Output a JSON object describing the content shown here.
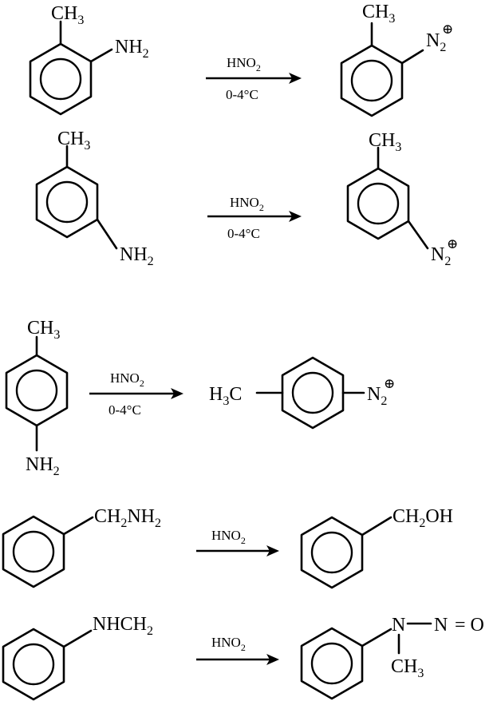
{
  "labels": {
    "ch3": "CH",
    "ch3_sub": "3",
    "nh2": "NH",
    "nh2_sub": "2",
    "n2": "N",
    "n2_sub": "2",
    "oplus": "⊕",
    "h3c_h": "H",
    "h3c_sub": "3",
    "h3c_c": "C",
    "ch2nh2_a": "CH",
    "ch2nh2_sub1": "2",
    "ch2nh2_b": "NH",
    "ch2nh2_sub2": "2",
    "ch2oh_a": "CH",
    "ch2oh_sub": "2",
    "ch2oh_b": "OH",
    "nhch2_a": "NHCH",
    "nhch2_sub": "2",
    "nitroso_n1": "N",
    "nitroso_n2": "N",
    "nitroso_eq": "= O",
    "nitroso_ch3": "CH",
    "nitroso_ch3_sub": "3"
  },
  "reagent": {
    "hno": "HNO",
    "hno_sub": "2",
    "temperature": "0-4°C"
  }
}
